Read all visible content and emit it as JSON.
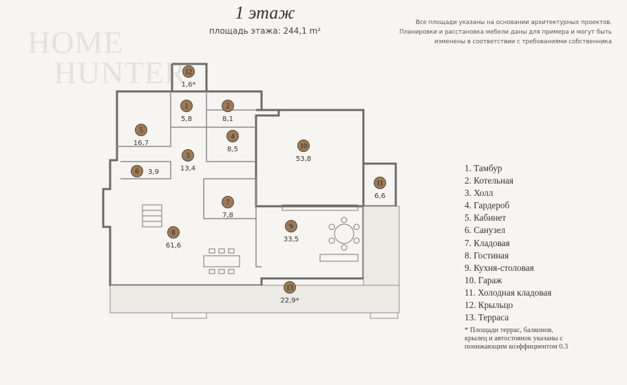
{
  "header": {
    "title": "1 этаж",
    "floor_area": "площадь этажа: 244,1 m²"
  },
  "notes": {
    "top_lines": [
      "Все площади указаны на основании архитектурных проектов.",
      "Планировки и расстановка мебели даны для примера и могут быть",
      "изменены в соответствии с требованиями собственника"
    ],
    "footnote_lines": [
      "* Площади террас, балконов,",
      "крылец и автостоянок указаны с",
      "понижающим коэффициентом 0.3"
    ]
  },
  "watermark": {
    "line1": "HOME",
    "line2": "HUNTER"
  },
  "rooms": [
    {
      "num": "1",
      "name": "1. Тамбур",
      "area": "5,8"
    },
    {
      "num": "2",
      "name": "2. Котельная",
      "area": "8,1"
    },
    {
      "num": "3",
      "name": "3. Холл",
      "area": "13,4"
    },
    {
      "num": "4",
      "name": "4. Гардероб",
      "area": "8,5"
    },
    {
      "num": "5",
      "name": "5. Кабинет",
      "area": "16,7"
    },
    {
      "num": "6",
      "name": "6. Санузел",
      "area": "3,9"
    },
    {
      "num": "7",
      "name": "7. Кладовая",
      "area": "7,8"
    },
    {
      "num": "8",
      "name": "8. Гостиная",
      "area": "61,6"
    },
    {
      "num": "9",
      "name": "9. Кухня-столовая",
      "area": "33,5"
    },
    {
      "num": "10",
      "name": "10. Гараж",
      "area": "53,8"
    },
    {
      "num": "11",
      "name": "11. Холодная кладовая",
      "area": "6,6"
    },
    {
      "num": "12",
      "name": "12. Крыльцо",
      "area": "1,6*"
    },
    {
      "num": "13",
      "name": "13. Терраса",
      "area": "22,9*"
    }
  ],
  "colors": {
    "background": "#f6f5f1",
    "marker_fill": "#9a7a58",
    "wall": "#6a6a6a"
  }
}
